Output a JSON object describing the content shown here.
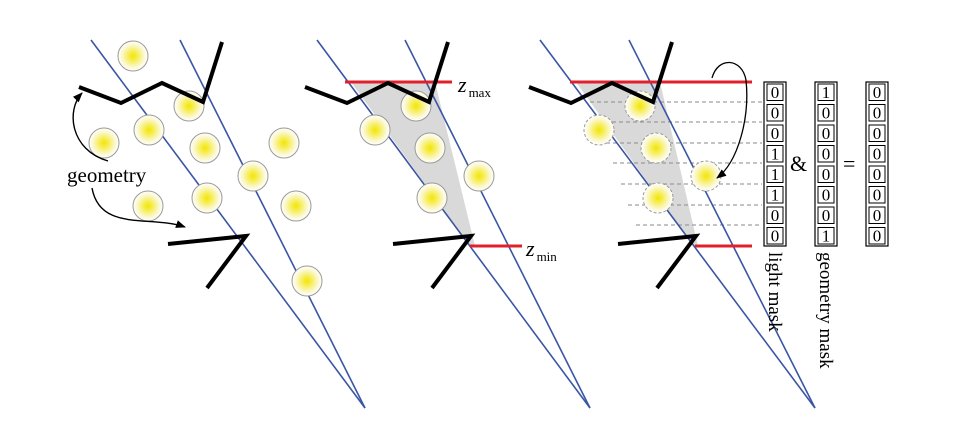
{
  "labels": {
    "geometry": "geometry",
    "z_max_var": "z",
    "z_max_sub": "max",
    "z_min_var": "z",
    "z_min_sub": "min",
    "light_mask": "light mask",
    "geometry_mask": "geometry mask",
    "and_op": "&",
    "eq_op": "="
  },
  "masks": {
    "light_mask": [
      "0",
      "0",
      "0",
      "1",
      "1",
      "1",
      "0",
      "0"
    ],
    "geometry_mask": [
      "1",
      "0",
      "0",
      "0",
      "0",
      "0",
      "0",
      "1"
    ],
    "result_mask": [
      "0",
      "0",
      "0",
      "0",
      "0",
      "0",
      "0",
      "0"
    ]
  },
  "colors": {
    "frustum_line": "#3a55a4",
    "depth_bound": "#e0202a",
    "geometry_line": "#000000",
    "light_glow": "#f4ec3a",
    "light_ring": "#999999",
    "fill_region": "#d9d9d9",
    "slice_line": "#8a8a8a"
  }
}
